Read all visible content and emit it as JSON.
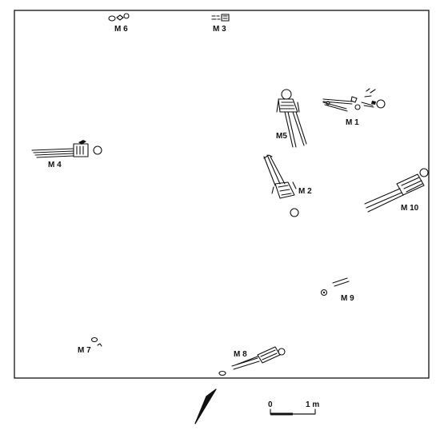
{
  "burials": [
    {
      "id": "m1",
      "label": "M 1"
    },
    {
      "id": "m2",
      "label": "M 2"
    },
    {
      "id": "m3",
      "label": "M 3"
    },
    {
      "id": "m4",
      "label": "M 4"
    },
    {
      "id": "m5",
      "label": "M5"
    },
    {
      "id": "m6",
      "label": "M 6"
    },
    {
      "id": "m7",
      "label": "M 7"
    },
    {
      "id": "m8",
      "label": "M 8"
    },
    {
      "id": "m9",
      "label": "M 9"
    },
    {
      "id": "m10",
      "label": "M 10"
    }
  ],
  "scale": {
    "start_label": "0",
    "end_label": "1 m"
  },
  "north_arrow": {
    "icon": "north-arrow-icon"
  }
}
